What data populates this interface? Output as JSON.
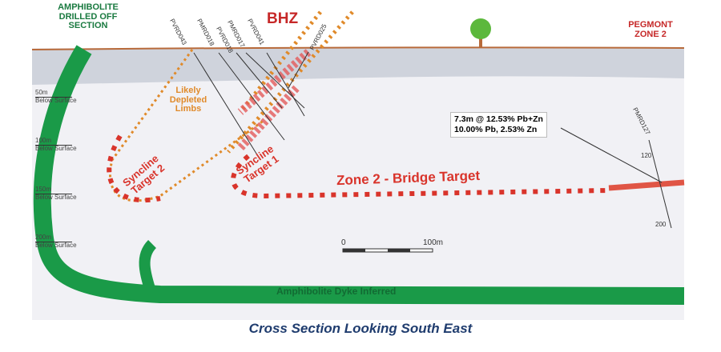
{
  "labels": {
    "amphibolite_section": "AMPHIBOLITE DRILLED OFF SECTION",
    "bhz": "BHZ",
    "pegmont_zone_2": "PEGMONT ZONE 2",
    "likely_depleted_limbs": "Likely Depleted Limbs",
    "syncline_target_2": "Syncline Target 2",
    "syncline_target_1": "Syncline Target 1",
    "zone2_bridge_target": "Zone 2 - Bridge Target",
    "amphibolite_dyke_inferred": "Amphibolite Dyke Inferred"
  },
  "depth_markers": [
    {
      "depth": "50m",
      "text": "Below Surface"
    },
    {
      "depth": "100m",
      "text": "Below Surface"
    },
    {
      "depth": "150m",
      "text": "Below Surface"
    },
    {
      "depth": "200m",
      "text": "Below Surface"
    }
  ],
  "drill_holes": [
    "PVRD043",
    "PMRD018",
    "PVRD018",
    "PMRD017",
    "PVRD041",
    "PVRD025",
    "PMRD127"
  ],
  "hole_depth_labels": [
    "120",
    "200"
  ],
  "annotation": {
    "line1": "7.3m @ 12.53% Pb+Zn",
    "line2": "10.00% Pb, 2.53% Zn"
  },
  "scale_bar": {
    "start": "0",
    "end": "100m"
  },
  "caption": "Cross Section Looking South East",
  "colors": {
    "dyke": "#1a9a48",
    "target": "#d9342b",
    "limb": "#e08a2a",
    "title_red": "#c62828",
    "caption": "#1f3c6e"
  }
}
